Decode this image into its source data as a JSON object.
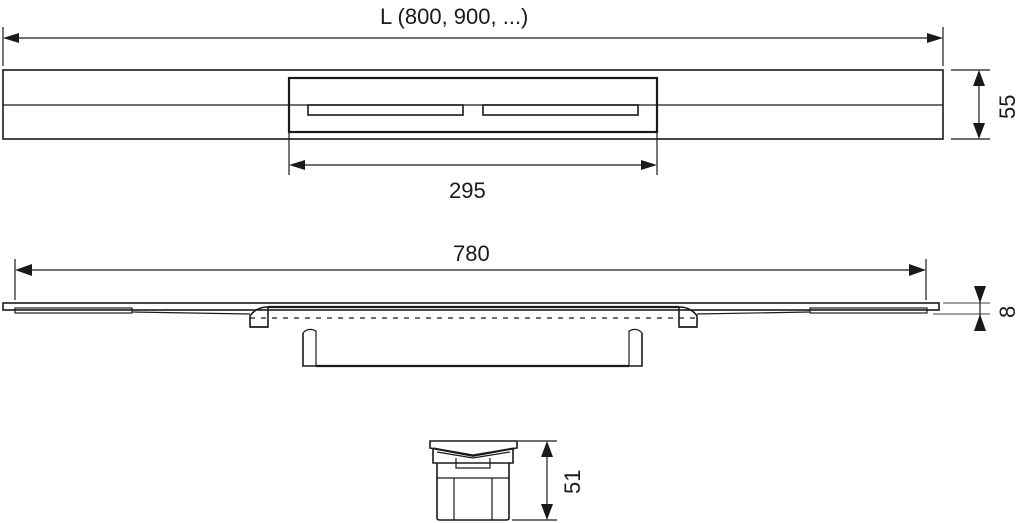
{
  "drawing": {
    "type": "technical-dimension-drawing",
    "subject": "shower drain channel",
    "views": [
      {
        "name": "top-view",
        "dimensions": {
          "overall_length": "L (800, 900, ...)",
          "center_grate_width": "295",
          "height": "55"
        }
      },
      {
        "name": "front-view",
        "dimensions": {
          "span_length": "780",
          "flange_thickness": "8"
        }
      },
      {
        "name": "side-view",
        "dimensions": {
          "depth": "51"
        }
      }
    ]
  },
  "labels": {
    "overall_length": "L (800, 900, ...)",
    "grate_width": "295",
    "top_height": "55",
    "span_length": "780",
    "flange_thickness": "8",
    "side_depth": "51"
  },
  "colors": {
    "line": "#1a1a1a",
    "background": "#ffffff"
  }
}
